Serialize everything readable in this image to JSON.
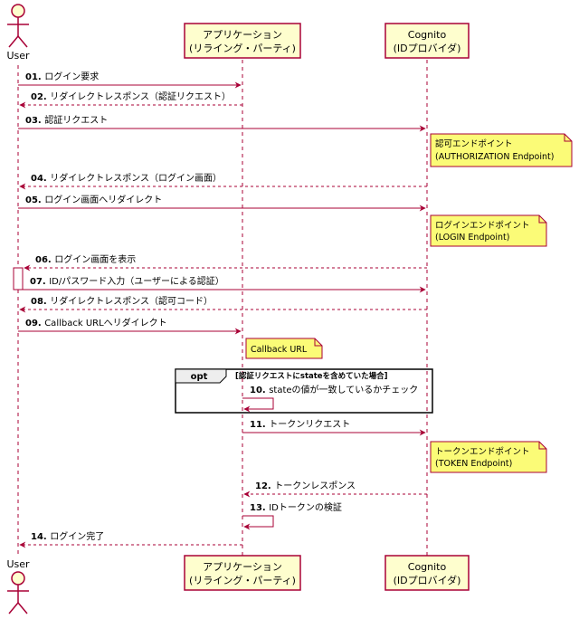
{
  "participants": [
    {
      "id": "user",
      "kind": "actor",
      "label": [
        "User"
      ]
    },
    {
      "id": "app",
      "kind": "box",
      "label": [
        "アプリケーション",
        "(リライング・パーティ)"
      ]
    },
    {
      "id": "cognito",
      "kind": "box",
      "label": [
        "Cognito",
        "(IDプロバイダ)"
      ]
    }
  ],
  "messages": [
    {
      "num": "01.",
      "text": "ログイン要求",
      "from": "user",
      "to": "app",
      "style": "solid"
    },
    {
      "num": "02.",
      "text": "リダイレクトレスポンス（認証リクエスト）",
      "from": "app",
      "to": "user",
      "style": "dashed"
    },
    {
      "num": "03.",
      "text": "認証リクエスト",
      "from": "user",
      "to": "cognito",
      "style": "solid"
    },
    {
      "num": "04.",
      "text": "リダイレクトレスポンス（ログイン画面）",
      "from": "cognito",
      "to": "user",
      "style": "dashed"
    },
    {
      "num": "05.",
      "text": "ログイン画面へリダイレクト",
      "from": "user",
      "to": "cognito",
      "style": "solid"
    },
    {
      "num": "06.",
      "text": "ログイン画面を表示",
      "from": "cognito",
      "to": "user",
      "style": "dashed"
    },
    {
      "num": "07.",
      "text": "ID/パスワード入力（ユーザーによる認証）",
      "from": "user",
      "to": "cognito",
      "style": "solid"
    },
    {
      "num": "08.",
      "text": "リダイレクトレスポンス（認可コード）",
      "from": "cognito",
      "to": "user",
      "style": "dashed"
    },
    {
      "num": "09.",
      "text": "Callback URLへリダイレクト",
      "from": "user",
      "to": "app",
      "style": "solid"
    },
    {
      "num": "10.",
      "text": "stateの値が一致しているかチェック",
      "from": "app",
      "to": "app",
      "style": "self"
    },
    {
      "num": "11.",
      "text": "トークンリクエスト",
      "from": "app",
      "to": "cognito",
      "style": "solid"
    },
    {
      "num": "12.",
      "text": "トークンレスポンス",
      "from": "cognito",
      "to": "app",
      "style": "dashed"
    },
    {
      "num": "13.",
      "text": "IDトークンの検証",
      "from": "app",
      "to": "app",
      "style": "self"
    },
    {
      "num": "14.",
      "text": "ログイン完了",
      "from": "app",
      "to": "user",
      "style": "dashed"
    }
  ],
  "notes": [
    {
      "lines": [
        "認可エンドポイント",
        "(AUTHORIZATION Endpoint)"
      ]
    },
    {
      "lines": [
        "ログインエンドポイント",
        "(LOGIN Endpoint)"
      ]
    },
    {
      "lines": [
        "Callback URL"
      ]
    },
    {
      "lines": [
        "トークンエンドポイント",
        "(TOKEN Endpoint)"
      ]
    }
  ],
  "opt": {
    "label": "opt",
    "condition": "[認証リクエストにstateを含めていた場合]"
  },
  "colors": {
    "arrow": "#a80036",
    "note_fill": "#fbfb77",
    "note_stroke": "#a80036",
    "box_fill": "#fefece",
    "lifeline": "#a80036"
  }
}
